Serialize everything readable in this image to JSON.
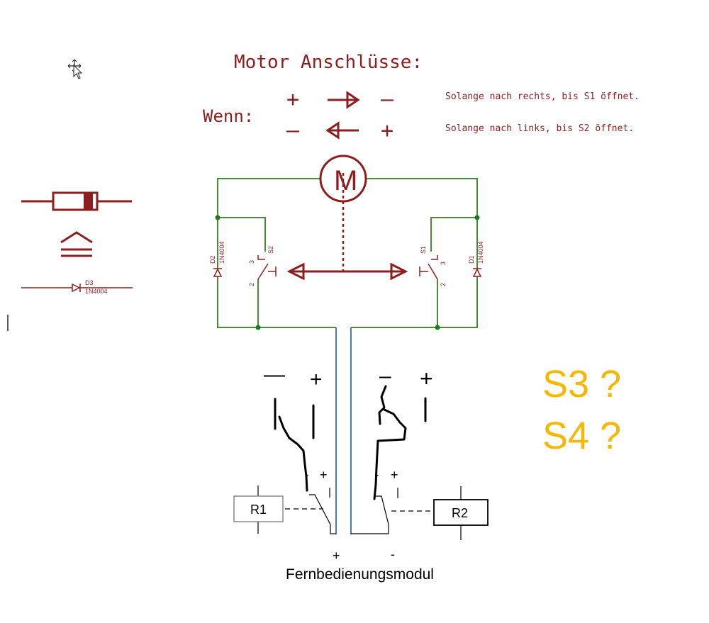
{
  "colors": {
    "schematic": "#8b1f1f",
    "wire": "#4a8a3a",
    "junction": "#1e7a1e",
    "remote_wire": "#4f79b8",
    "ink": "#000000",
    "relay_box": "#888888",
    "question": "#f5b800"
  },
  "icons": {
    "cursor": "move-cursor-icon",
    "diode_legend": "diode-icon",
    "equivalence": "equivalence-icon",
    "motor": "motor-icon"
  },
  "header": {
    "title": "Motor Anschlüsse:",
    "wenn": "Wenn:"
  },
  "rule_rows": [
    {
      "left_sign": "+",
      "right_sign": "–",
      "arrow": "right",
      "text": "Solange nach rechts, bis S1 öffnet."
    },
    {
      "left_sign": "–",
      "right_sign": "+",
      "arrow": "left",
      "text": "Solange nach links, bis S2 öffnet."
    }
  ],
  "motor": {
    "label": "M"
  },
  "components": {
    "d1": {
      "name": "D1",
      "part": "1N4004"
    },
    "d2": {
      "name": "D2",
      "part": "1N4004"
    },
    "d3": {
      "name": "D3",
      "part": "1N4004"
    },
    "s1": {
      "name": "S1",
      "pin_top": "3",
      "pin_bottom": "2"
    },
    "s2": {
      "name": "S2",
      "pin_top": "3",
      "pin_bottom": "2"
    }
  },
  "handwritten": {
    "left_minus": "—",
    "left_plus": "+",
    "right_minus": "–",
    "right_plus": "+"
  },
  "relays": {
    "r1": {
      "label": "R1",
      "contact_dot": "·",
      "contact_plus": "+"
    },
    "r2": {
      "label": "R2",
      "contact_dot": "·",
      "contact_plus": "+"
    }
  },
  "remote": {
    "plus": "+",
    "minus": "-",
    "label": "Fernbedienungsmodul"
  },
  "questions": [
    "S3 ?",
    "S4 ?"
  ]
}
